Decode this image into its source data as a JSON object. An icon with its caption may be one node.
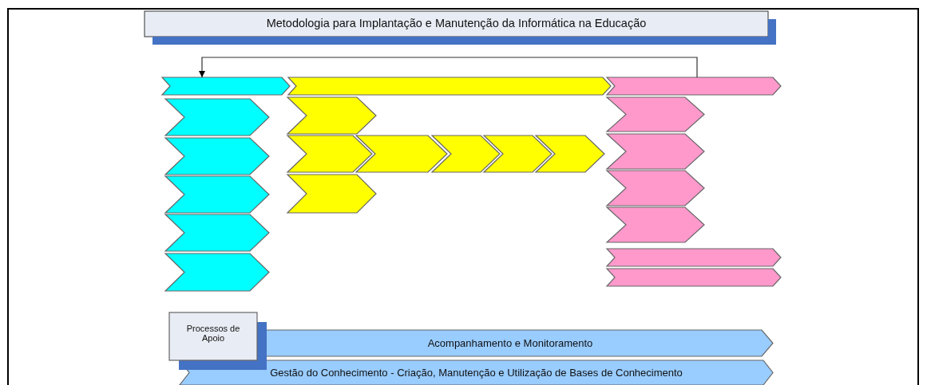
{
  "diagram": {
    "title": "Metodologia para Implantação e Manutenção da Informática na Educação",
    "nodes": [
      {
        "text": [],
        "shape": "chevron"
      },
      {
        "text": [],
        "shape": "chevron"
      },
      {
        "text": [],
        "shape": "chevron"
      },
      {
        "text": [],
        "shape": "chevron"
      },
      {
        "text": [],
        "shape": "chevron"
      },
      {
        "text": [],
        "shape": "chevron"
      },
      {
        "text": [],
        "shape": "chevron"
      },
      {
        "text": [],
        "shape": "chevron"
      },
      {
        "text": [],
        "shape": "chevron"
      },
      {
        "text": [],
        "shape": "chevron"
      },
      {
        "text": [],
        "shape": "chevron"
      },
      {
        "text": [],
        "shape": "chevron"
      },
      {
        "text": [],
        "shape": "chevron"
      },
      {
        "text": [],
        "shape": "chevron"
      },
      {
        "text": [],
        "shape": "chevron"
      },
      {
        "text": [],
        "shape": "chevron"
      },
      {
        "text": [],
        "shape": "chevron"
      },
      {
        "text": [],
        "shape": "chevron"
      },
      {
        "text": [],
        "shape": "chevron"
      },
      {
        "text": [],
        "shape": "chevron"
      },
      {
        "text": [],
        "shape": "chevron"
      },
      {
        "text": [
          "Processos de Apoio"
        ]
      },
      {
        "text": [
          "Acompanhamento e Monitoramento"
        ]
      },
      {
        "text": [
          "Gestão do Conhecimento - Criação, Manutenção e Utilização de Bases de Conhecimento"
        ]
      }
    ],
    "edges": [
      {
        "from": 2,
        "to": 0,
        "arrow": "to"
      }
    ]
  }
}
